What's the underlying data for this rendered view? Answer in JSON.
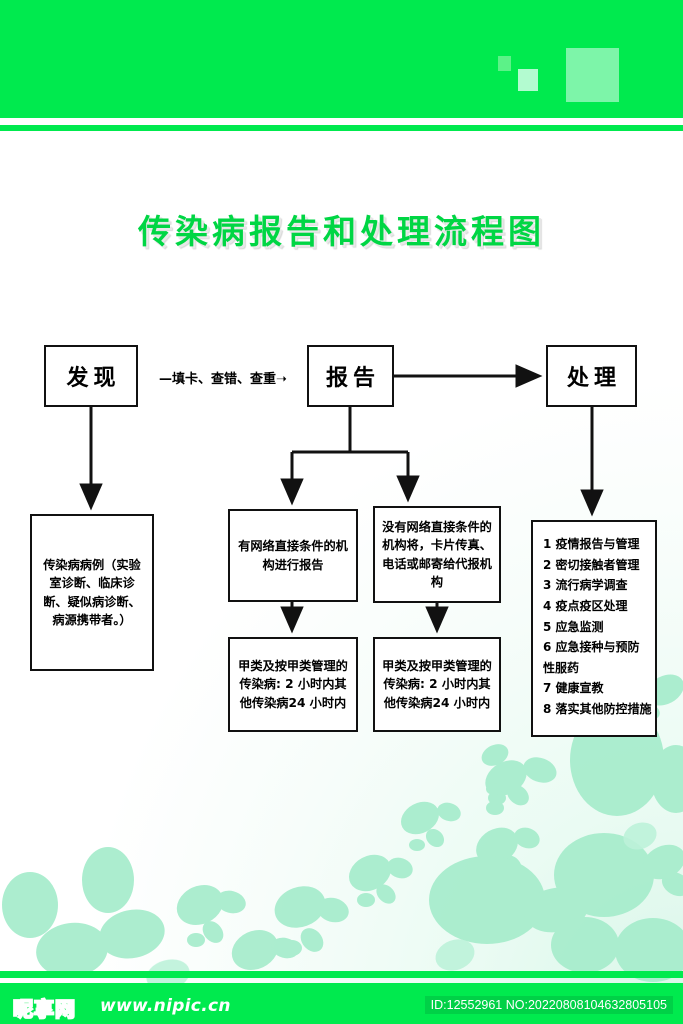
{
  "poster": {
    "title": "传染病报告和处理流程图",
    "title_color": "#00d644",
    "header_color": "#00ea4e"
  },
  "header": {
    "square_small": "decor-square-small",
    "square_mid": "decor-square-mid",
    "square_large": "decor-square-large"
  },
  "flow": {
    "nodes": {
      "discover": "发现",
      "report": "报告",
      "handle": "处理",
      "case": "传染病病例（实验室诊断、临床诊断、疑似病诊断、病源携带者。）",
      "online": "有网络直接条件的机构进行报告",
      "offline": "没有网络直接条件的机构将，卡片传真、电话或邮寄给代报机构",
      "time_online": "甲类及按甲类管理的传染病: 2 小时内其他传染病24 小时内",
      "time_offline": "甲类及按甲类管理的传染病: 2 小时内其他传染病24 小时内"
    },
    "edge_labels": {
      "discover_to_report": "—填卡、查错、查重➝"
    },
    "actions": [
      "1 疫情报告与管理",
      "2 密切接触者管理",
      "3 流行病学调查",
      "4 疫点疫区处理",
      "5 应急监测",
      "6 应急接种与预防",
      "性服药",
      "7 健康宣教",
      "8 落实其他防控措施"
    ]
  },
  "footer": {
    "logo": "昵享网",
    "url": "www.nipic.cn",
    "id": "ID:12552961 NO:20220808104632805105",
    "bar_color": "#00ea4e"
  }
}
